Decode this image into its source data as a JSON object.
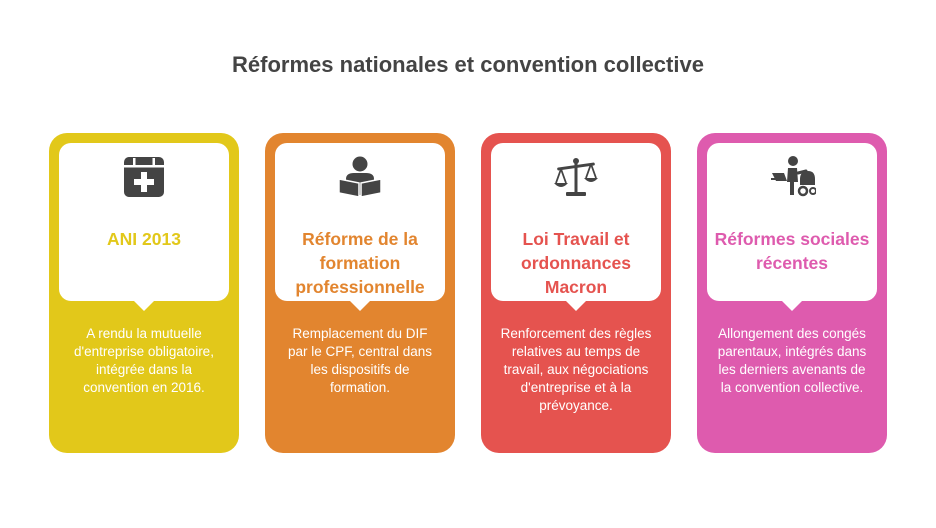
{
  "title": "Réformes nationales et convention collective",
  "cards": [
    {
      "icon": "calendar-medical-icon",
      "color": "#E2C81A",
      "heading": "ANI 2013",
      "description": "A rendu la mutuelle d'entreprise obligatoire, intégrée dans la convention en 2016."
    },
    {
      "icon": "person-reading-icon",
      "color": "#E2852F",
      "heading": "Réforme de la formation professionnelle",
      "description": "Remplacement du DIF par le CPF, central dans les dispositifs de formation."
    },
    {
      "icon": "balance-scale-icon",
      "color": "#E5534F",
      "heading": "Loi Travail et ordonnances Macron",
      "description": "Renforcement des règles relatives au temps de travail, aux négociations d'entreprise et à la prévoyance."
    },
    {
      "icon": "parent-stroller-icon",
      "color": "#DE5BAE",
      "heading": "Réformes sociales récentes",
      "description": "Allongement des congés parentaux, intégrés dans les derniers avenants de la convention collective."
    }
  ]
}
